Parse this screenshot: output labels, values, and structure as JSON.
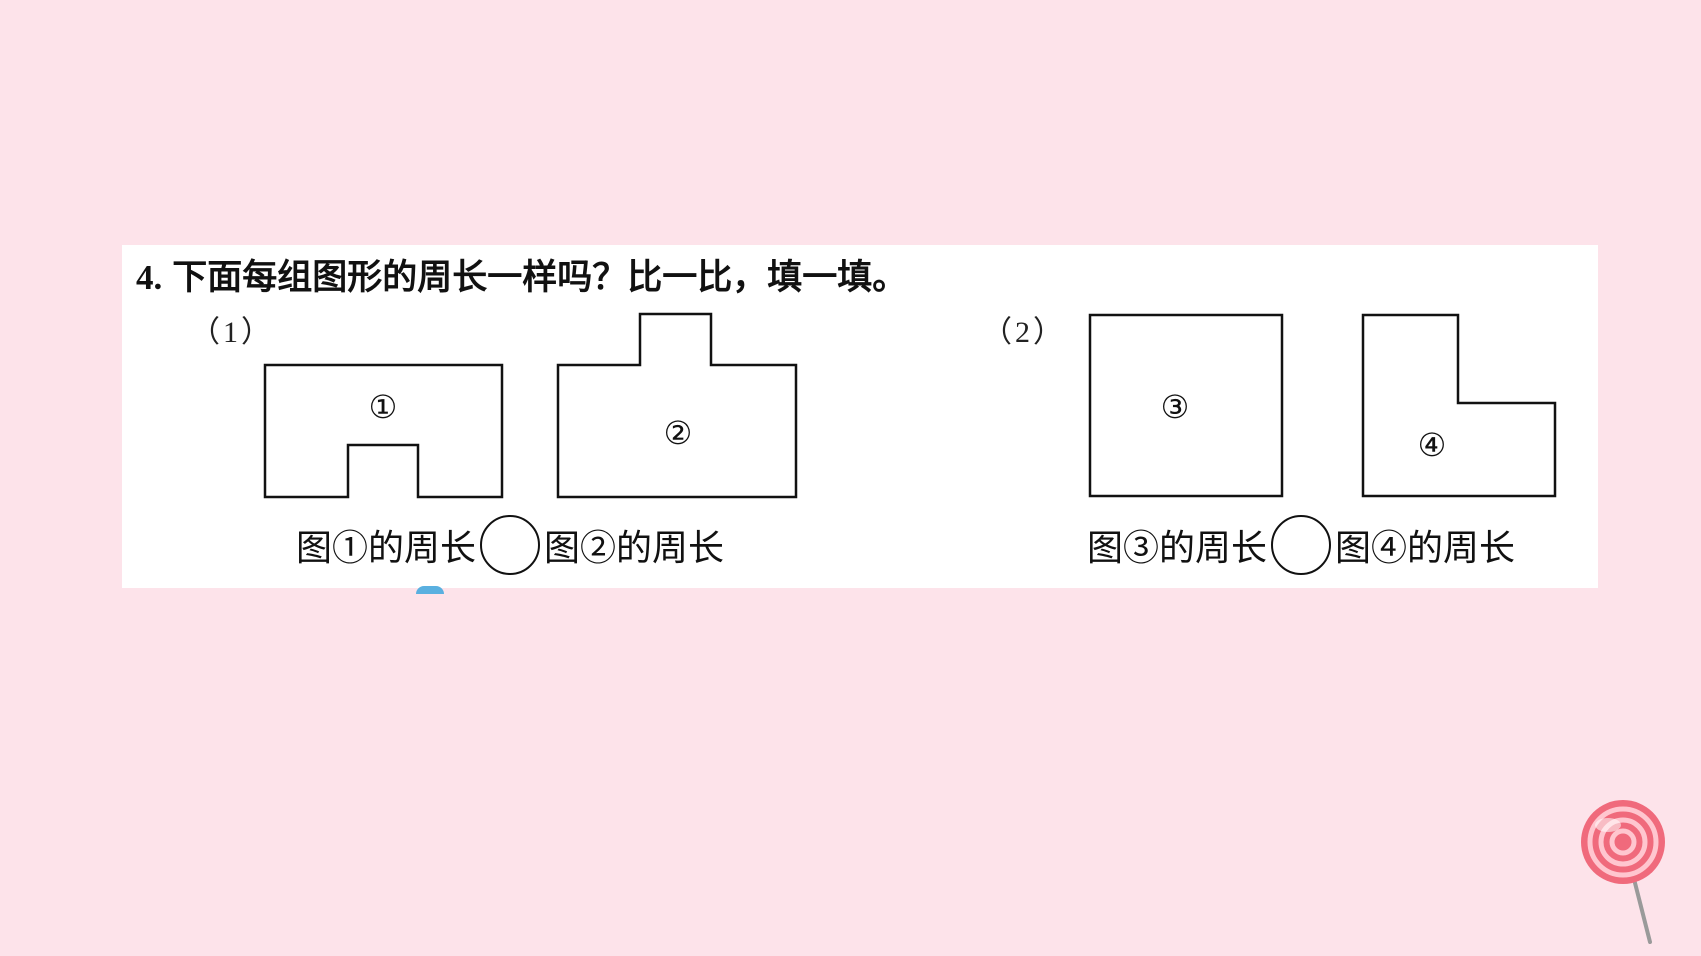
{
  "question": {
    "number": "4.",
    "text": "下面每组图形的周长一样吗？比一比，填一填。"
  },
  "parts": [
    {
      "label": "（1）",
      "shapes": [
        "①",
        "②"
      ],
      "compare": {
        "left": "图①的周长",
        "right": "图②的周长"
      }
    },
    {
      "label": "（2）",
      "shapes": [
        "③",
        "④"
      ],
      "compare": {
        "left": "图③的周长",
        "right": "图④的周长"
      }
    }
  ],
  "colors": {
    "background": "#fde3ea",
    "panel": "#ffffff",
    "ink": "#111111",
    "pin_head": "#f06a7c"
  },
  "icons": [
    "lollipop-pin-icon"
  ]
}
